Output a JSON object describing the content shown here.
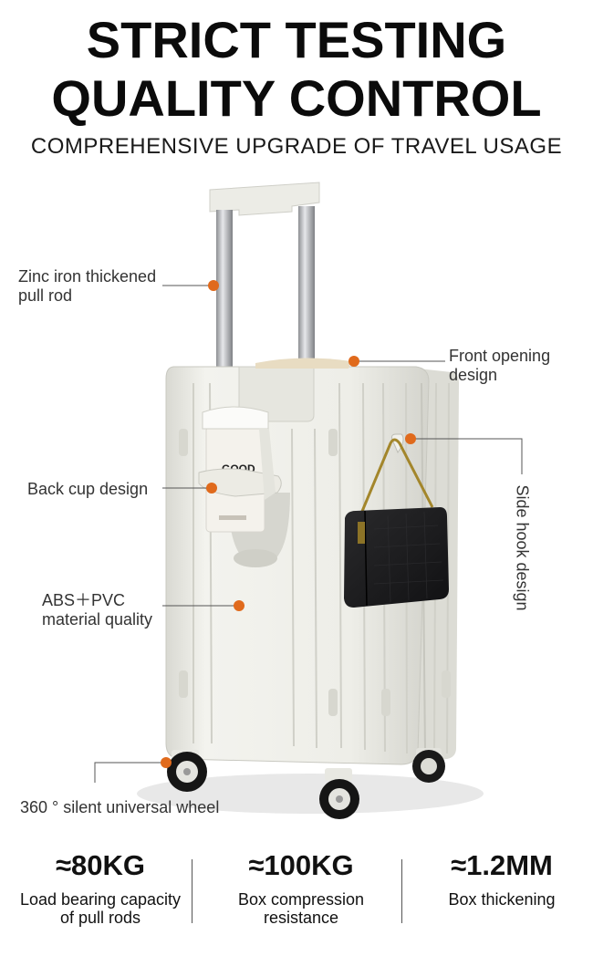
{
  "header": {
    "title_line1": "STRICT TESTING",
    "title_line2": "QUALITY CONTROL",
    "subtitle": "COMPREHENSIVE UPGRADE OF TRAVEL USAGE"
  },
  "callouts": {
    "pull_rod": "Zinc iron thickened\npull rod",
    "front_opening": "Front opening\ndesign",
    "back_cup": "Back cup design",
    "material": "ABS＋PVC\nmaterial quality",
    "wheel": "360 ° silent universal wheel",
    "side_hook": "Side hook design"
  },
  "cup_text": "GOOD",
  "stats": [
    {
      "value": "≈80KG",
      "desc": "Load bearing capacity\nof pull rods"
    },
    {
      "value": "≈100KG",
      "desc": "Box compression\nresistance"
    },
    {
      "value": "≈1.2MM",
      "desc": "Box thickening"
    }
  ],
  "colors": {
    "accent_dot": "#e06a1c",
    "suitcase": "#ecece6",
    "bag": "#1d1d1f"
  }
}
